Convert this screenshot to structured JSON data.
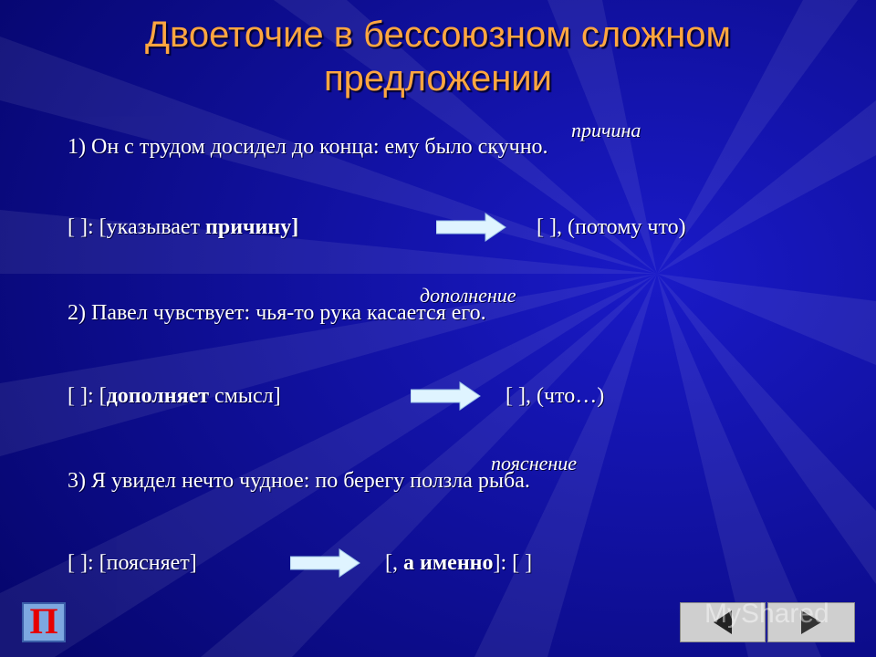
{
  "slide": {
    "title": "Двоеточие в бессоюзном сложном предложении",
    "examples": [
      {
        "sentence": "1) Он с трудом досидел до конца: ему было скучно.",
        "label": "причина",
        "scheme_left_a": "[    ]: [указывает ",
        "scheme_left_b": "причину]",
        "scheme_right": "[    ], (потому что)"
      },
      {
        "sentence": "2) Павел чувствует: чья-то рука касается его.",
        "label": "дополнение",
        "scheme_left_a": "[    ]: [",
        "scheme_left_b": "дополняет",
        "scheme_left_c": " смысл]",
        "scheme_right": "[    ], (что…)"
      },
      {
        "sentence": "3) Я увидел нечто чудное: по берегу ползла рыба.",
        "label": "пояснение",
        "scheme_left": "[    ]: [поясняет]",
        "scheme_right_a": "[, ",
        "scheme_right_b": "а именно",
        "scheme_right_c": "]: [    ]"
      }
    ]
  },
  "nav": {
    "home_label": "П",
    "prev_icon": "back-triangle-icon",
    "next_icon": "forward-triangle-icon"
  },
  "watermark": {
    "text": "MyShared"
  },
  "colors": {
    "background": "#0a0a9a",
    "title": "#ffa640",
    "arrow": "#dff4ff",
    "home_button": "#7da8e0"
  }
}
